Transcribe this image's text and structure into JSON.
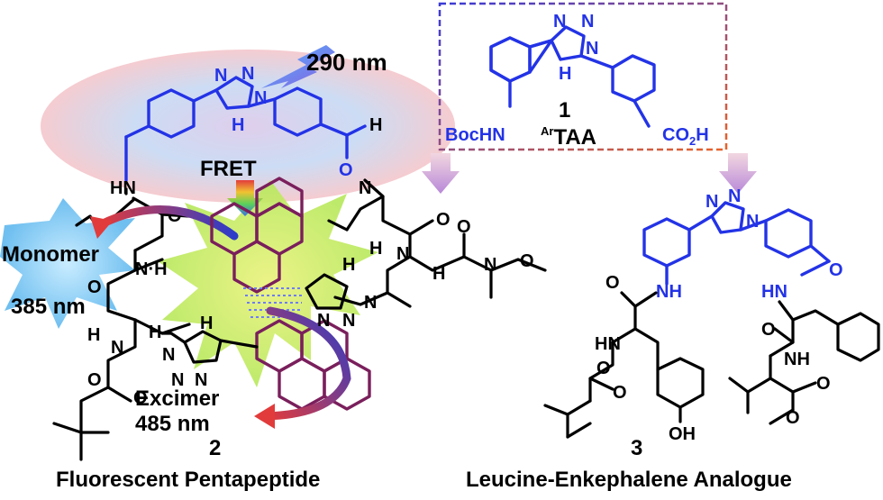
{
  "wavelength_excitation": "290 nm",
  "fret_label": "FRET",
  "monomer_label": "Monomer",
  "monomer_wavelength": "385 nm",
  "excimer_label": "Excimer",
  "excimer_wavelength": "485 nm",
  "compound_1": {
    "number": "1",
    "name_sup": "Ar",
    "name_main": "TAA",
    "left_group": "BocHN",
    "right_group": "CO",
    "right_group_sub": "2",
    "right_group_tail": "H"
  },
  "compound_2": {
    "number": "2",
    "caption": "Fluorescent Pentapeptide"
  },
  "compound_3": {
    "number": "3",
    "caption": "Leucine-Enkephalene Analogue"
  },
  "atoms": {
    "N": "N",
    "H": "H",
    "O": "O",
    "NH": "NH",
    "HN": "HN",
    "OH": "OH",
    "N_H": "N·H",
    "HN_short": "N",
    "H_short": "H"
  },
  "colors": {
    "structure_blue": "#2333e6",
    "pyrene_purple": "#7a1f5c",
    "box_start": "#3b3bd6",
    "box_end": "#e8622a"
  }
}
